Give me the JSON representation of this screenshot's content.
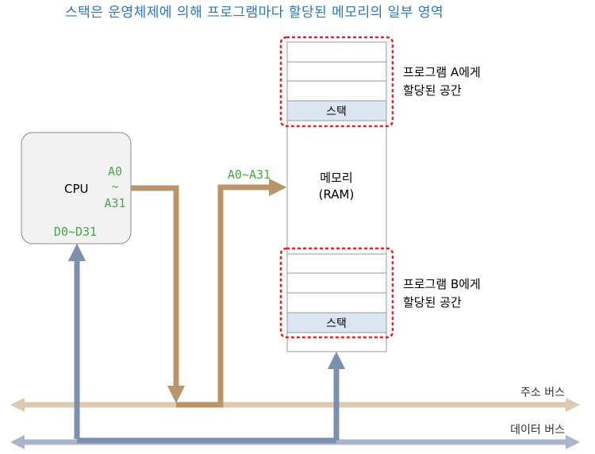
{
  "title": "스택은 운영체제에 의해 프로그램마다 할당된 메모리의 일부 영역",
  "cpu": {
    "label": "CPU",
    "addr_top": "A0",
    "addr_sep": "~",
    "addr_bottom": "A31",
    "data_range": "D0~D31"
  },
  "address_arrow_label": "A0~A31",
  "memory": {
    "label": "메모리",
    "sublabel": "(RAM)",
    "stack_label_a": "스택",
    "stack_label_b": "스택"
  },
  "program_a": {
    "line1": "프로그램 A에게",
    "line2": "할당된 공간"
  },
  "program_b": {
    "line1": "프로그램 B에게",
    "line2": "할당된 공간"
  },
  "buses": {
    "address_bus": "주소 버스",
    "data_bus": "데이터 버스"
  },
  "colors": {
    "title": "#2e75b6",
    "address_line": "#b8966a",
    "address_bus": "#dccbb0",
    "data_line": "#7b8faf",
    "data_bus": "#a9b5cc",
    "stack_fill": "#dce6f2",
    "dashed_frame": "#e02424",
    "green_text": "#4aa84a"
  }
}
